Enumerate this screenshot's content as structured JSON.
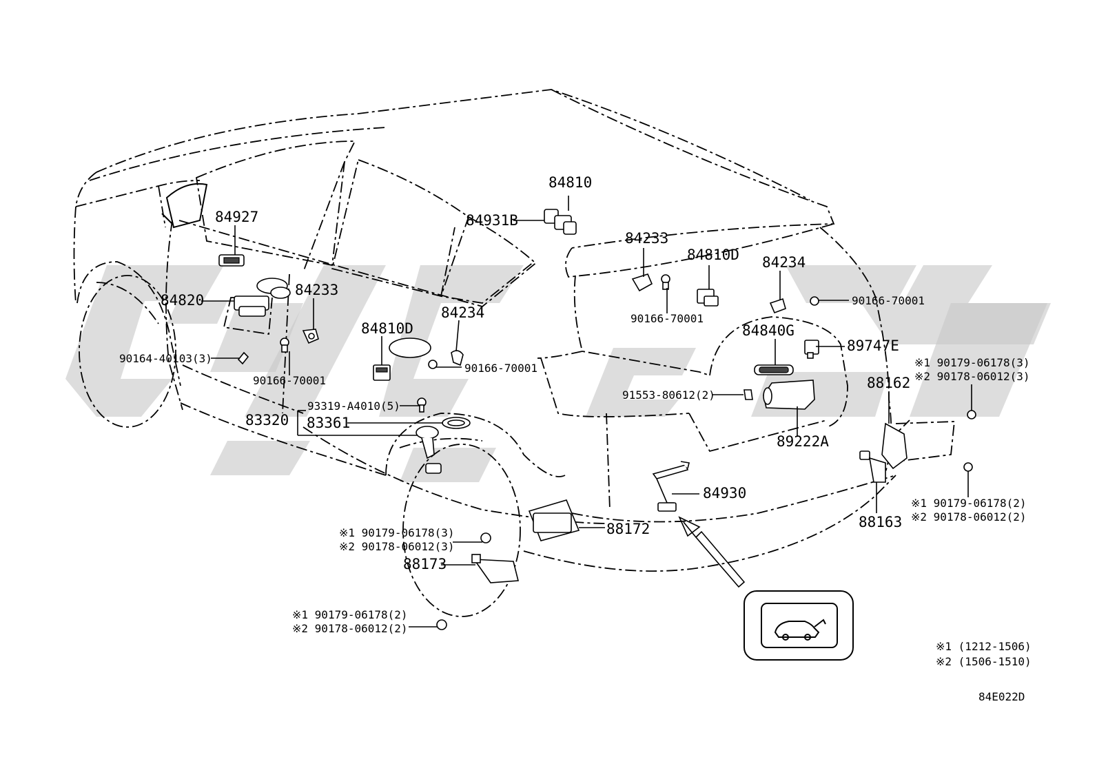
{
  "watermark": {
    "text": "elec"
  },
  "parts": {
    "p84810": "84810",
    "p84931B": "84931B",
    "p84927": "84927",
    "p84233_rear": "84233",
    "p84810D_rear": "84810D",
    "p84234_rear": "84234",
    "p90166_rear_a": "90166-70001",
    "p90166_rear_b": "90166-70001",
    "p84820": "84820",
    "p84233_front": "84233",
    "p84810D_front": "84810D",
    "p84234_front": "84234",
    "p84840G": "84840G",
    "p89747E": "89747E",
    "p90164": "90164-40103(3)",
    "p90166_front_a": "90166-70001",
    "p90166_front_b": "90166-70001",
    "p93319": "93319-A4010(5)",
    "p91553": "91553-80612(2)",
    "p83320": "83320",
    "p83361": "83361",
    "p89222A": "89222A",
    "p88162": "88162",
    "p88162_note1": "※1 90179-06178(3)",
    "p88162_note2": "※2 90178-06012(3)",
    "p84930": "84930",
    "p88163": "88163",
    "p88163_note1": "※1 90179-06178(2)",
    "p88163_note2": "※2 90178-06012(2)",
    "p88172": "88172",
    "p88172_note1": "※1 90179-06178(3)",
    "p88172_note2": "※2 90178-06012(3)",
    "p88173": "88173",
    "p88173_note1": "※1 90179-06178(2)",
    "p88173_note2": "※2 90178-06012(2)"
  },
  "footnotes": {
    "note1": "※1 (1212-1506)",
    "note2": "※2 (1506-1510)"
  },
  "figure_code": "84E022D",
  "icons": {
    "switch": "rear-hatch-switch-icon"
  }
}
